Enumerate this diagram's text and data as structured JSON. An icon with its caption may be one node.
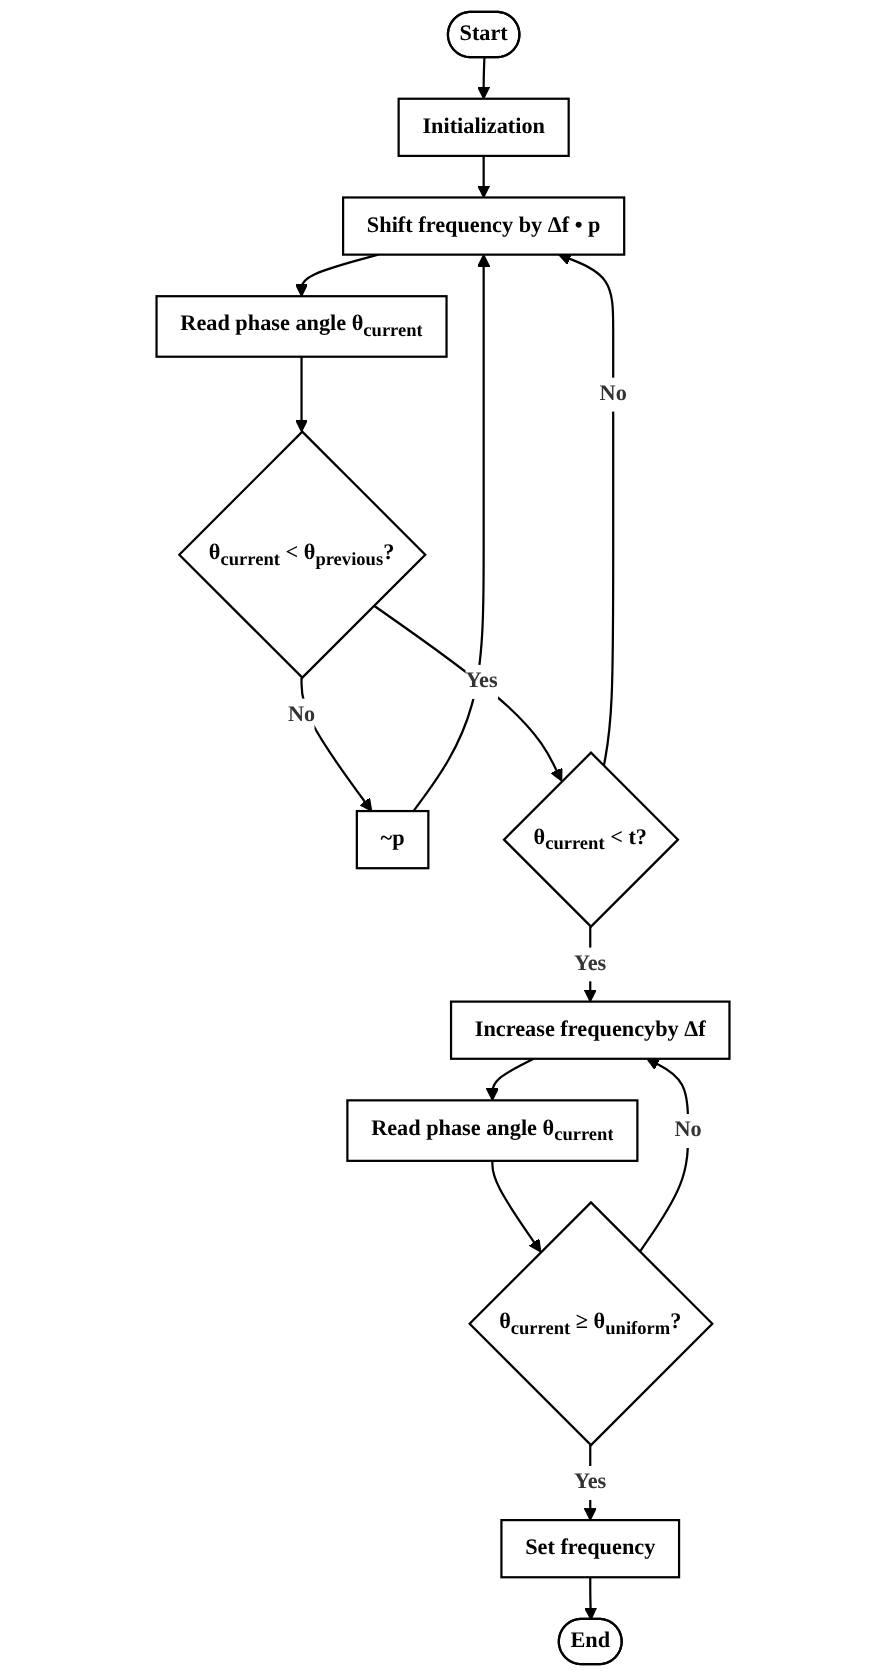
{
  "diagram": {
    "nodes": [
      {
        "text": [
          "Start"
        ]
      },
      {
        "text": [
          "Initialization"
        ]
      },
      {
        "text": [
          "Shift frequency by Δf • p"
        ]
      },
      {
        "text": [
          "Read phase angle θ$_{current}$"
        ]
      },
      {
        "text": [
          "θ$_{current}$ < θ$_{previous}$?"
        ]
      },
      {
        "text": [
          "~p"
        ]
      },
      {
        "text": [
          "θ$_{current}$ < t?"
        ]
      },
      {
        "text": [
          "Increase frequencyby Δf"
        ]
      },
      {
        "text": [
          "Read phase angle θ$_{current}$"
        ]
      },
      {
        "text": [
          "θ$_{current}$ ≥ θ$_{uniform}$?"
        ]
      },
      {
        "text": [
          "Set frequency"
        ]
      },
      {
        "text": [
          "End"
        ]
      }
    ],
    "edges": [
      {
        "from": 0,
        "to": 1,
        "arrow": "to"
      },
      {
        "from": 1,
        "to": 2,
        "arrow": "to"
      },
      {
        "from": 2,
        "to": 3,
        "arrow": "to"
      },
      {
        "from": 3,
        "to": 4,
        "arrow": "to"
      },
      {
        "from": 4,
        "to": 5,
        "arrow": "to",
        "label": "No"
      },
      {
        "from": 5,
        "to": 2,
        "arrow": "to"
      },
      {
        "from": 4,
        "to": 6,
        "arrow": "to",
        "label": "Yes"
      },
      {
        "from": 6,
        "to": 2,
        "arrow": "to",
        "label": "No"
      },
      {
        "from": 6,
        "to": 7,
        "arrow": "to",
        "label": "Yes"
      },
      {
        "from": 7,
        "to": 8,
        "arrow": "to"
      },
      {
        "from": 8,
        "to": 9,
        "arrow": "to"
      },
      {
        "from": 9,
        "to": 7,
        "arrow": "to",
        "label": "No"
      },
      {
        "from": 9,
        "to": 10,
        "arrow": "to",
        "label": "Yes"
      },
      {
        "from": 10,
        "to": 11,
        "arrow": "to"
      }
    ]
  }
}
